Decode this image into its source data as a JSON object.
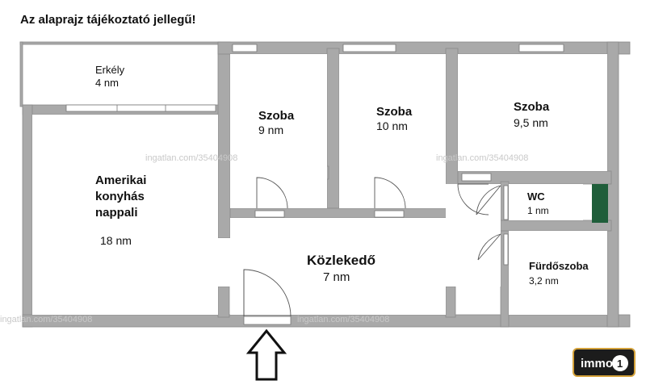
{
  "title": "Az alaprajz tájékoztató jellegű!",
  "rooms": [
    {
      "name": "Erkély",
      "area": "4 nm"
    },
    {
      "name_lines": [
        "Amerikai",
        "konyhás",
        "nappali"
      ],
      "area": "18 nm"
    },
    {
      "name": "Szoba",
      "area": "9 nm"
    },
    {
      "name": "Szoba",
      "area": "10 nm"
    },
    {
      "name": "Szoba",
      "area": "9,5 nm"
    },
    {
      "name": "WC",
      "area": "1 nm"
    },
    {
      "name": "Fürdőszoba",
      "area": "3,2 nm"
    },
    {
      "name": "Közlekedő",
      "area": "7 nm"
    }
  ],
  "watermarks": [
    "ingatlan.com/35404908",
    "ingatlan.com/35404908",
    "ingatlan.com/35404908",
    "ingatlan.com/35404908"
  ],
  "logo": {
    "text": "immo",
    "badge": "1",
    "accent": "#d4a23a",
    "bg": "#1c1c1c"
  },
  "colors": {
    "wall": "#a9a9a9",
    "wall_stroke": "#8a8a8a",
    "floor": "#ffffff",
    "accent_green": "#1f5e3a"
  }
}
